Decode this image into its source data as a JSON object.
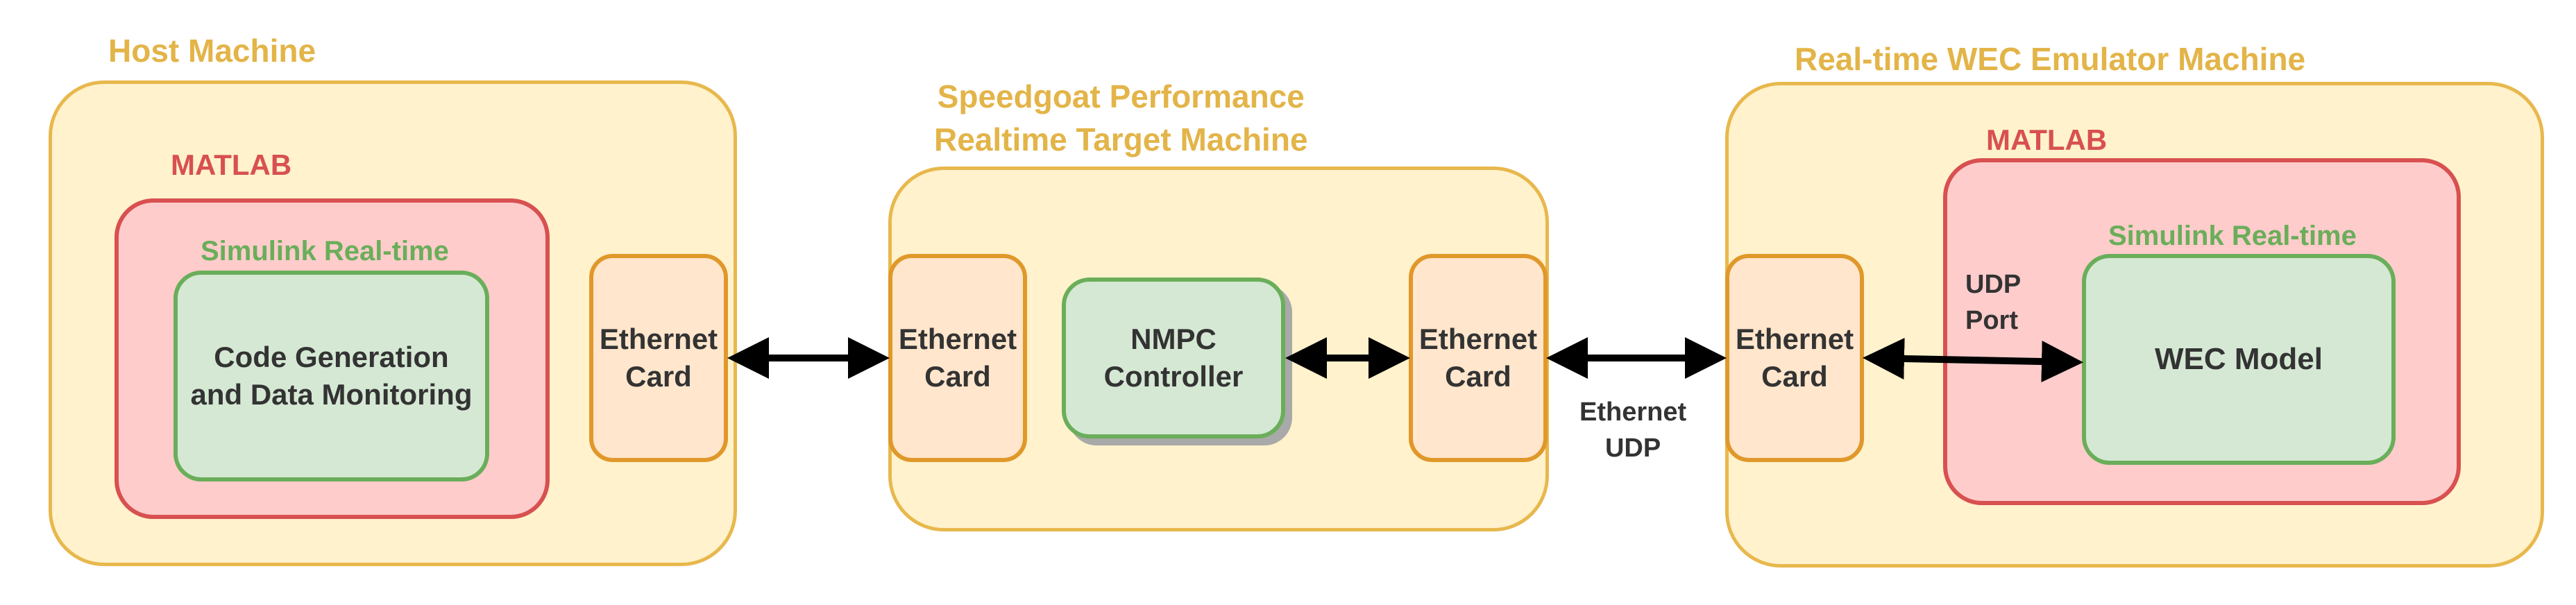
{
  "host": {
    "title": "Host Machine",
    "matlab_label": "MATLAB",
    "simulink_label": "Simulink Real-time",
    "process_label": "Code Generation\nand Data Monitoring",
    "ethernet_label": "Ethernet\nCard"
  },
  "target": {
    "title": "Speedgoat Performance\nRealtime Target Machine",
    "ethernet_left_label": "Ethernet\nCard",
    "controller_label": "NMPC\nController",
    "ethernet_right_label": "Ethernet\nCard"
  },
  "link": {
    "label": "Ethernet\nUDP"
  },
  "emulator": {
    "title": "Real-time WEC Emulator Machine",
    "matlab_label": "MATLAB",
    "ethernet_label": "Ethernet\nCard",
    "udp_port_label": "UDP\nPort",
    "simulink_label": "Simulink Real-time",
    "model_label": "WEC Model"
  },
  "colors": {
    "machine": "#fff2cc",
    "machine_border": "#e8b84d",
    "matlab": "#ffcccc",
    "matlab_border": "#d85050",
    "simulink": "#d5e8d4",
    "simulink_border": "#6aae5a",
    "ethernet": "#ffe6cc",
    "ethernet_border": "#e0982a",
    "arrow": "#000000"
  }
}
